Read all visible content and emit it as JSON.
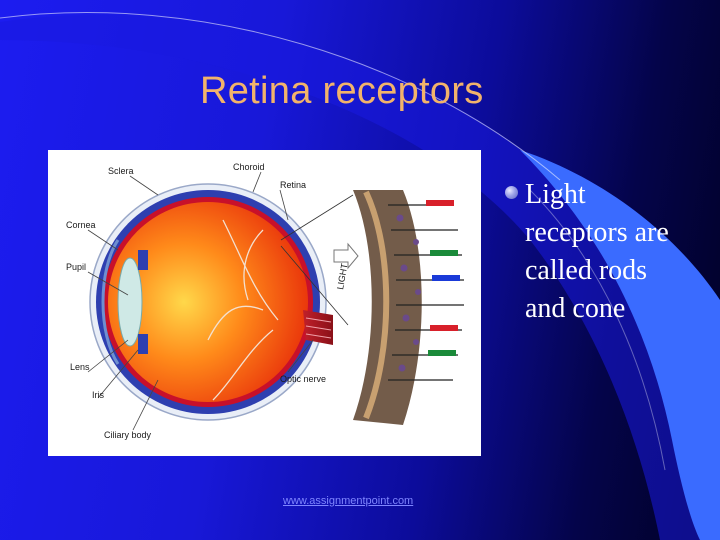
{
  "slide": {
    "title": "Retina receptors",
    "bullet_text": "Light receptors are called rods and cone",
    "footer_link": "www.assignmentpoint.com"
  },
  "figure": {
    "labels": {
      "sclera": "Sclera",
      "choroid": "Choroid",
      "retina": "Retina",
      "cornea": "Cornea",
      "pupil": "Pupil",
      "lens": "Lens",
      "iris": "Iris",
      "ciliary_body": "Ciliary body",
      "optic_nerve": "Optic nerve",
      "light": "LIGHT"
    }
  },
  "colors": {
    "title": "#f2b36b",
    "bullet_text": "#ffffff",
    "footer_link": "#7f86ff",
    "background": "#1818d8",
    "swoosh": "#2a4dff"
  }
}
